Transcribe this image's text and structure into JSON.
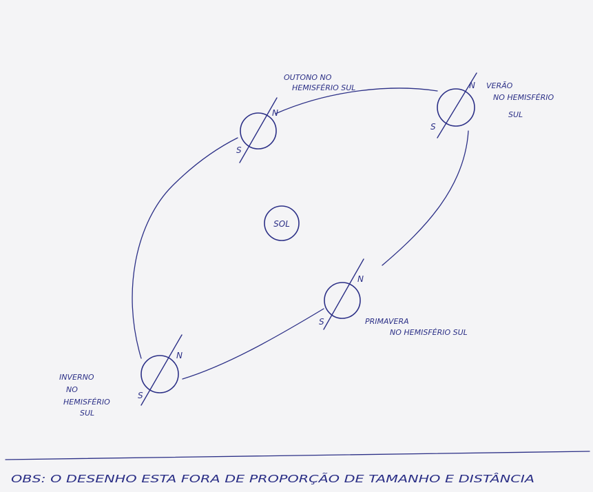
{
  "colors": {
    "ink": "#2b2f86",
    "paper": "#f4f4f6"
  },
  "sun_label": "SOL",
  "pole_north": "N",
  "pole_south": "S",
  "positions": {
    "autumn": {
      "lines": [
        "OUTONO NO",
        "HEMISFÉRIO SUL"
      ]
    },
    "summer": {
      "lines": [
        "VERÃO",
        "NO HEMISFÉRIO",
        "SUL"
      ]
    },
    "spring": {
      "lines": [
        "PRIMAVERA",
        "NO HEMISFÉRIO SUL"
      ]
    },
    "winter": {
      "lines": [
        "INVERNO",
        "NO",
        "HEMISFÉRIO",
        "SUL"
      ]
    }
  },
  "note": "OBS: O DESENHO ESTA FORA DE PROPORÇÃO DE TAMANHO E DISTÂNCIA"
}
